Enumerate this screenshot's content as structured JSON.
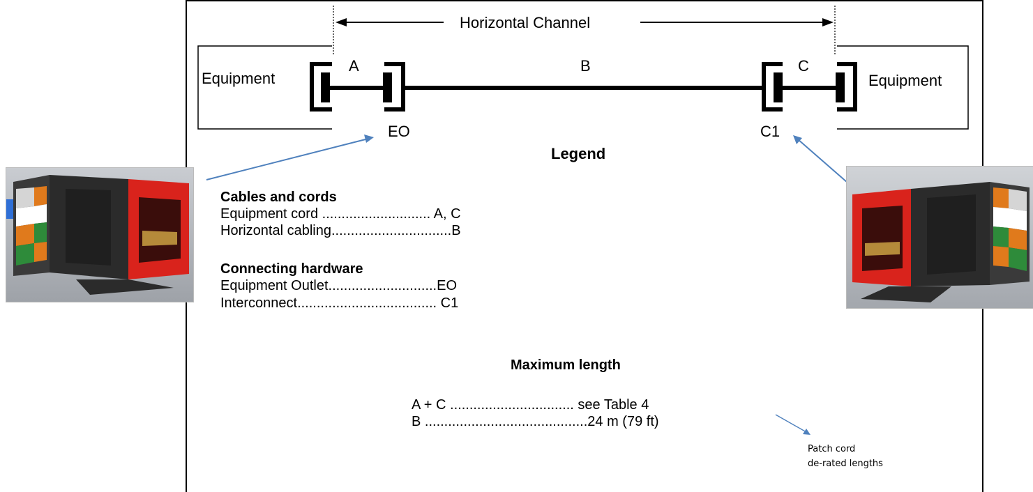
{
  "diagram": {
    "channel_label": "Horizontal Channel",
    "equipment_left": "Equipment",
    "equipment_right": "Equipment",
    "segment_a": "A",
    "segment_b": "B",
    "segment_c": "C",
    "outlet_label": "EO",
    "interconnect_label": "C1"
  },
  "legend": {
    "title": "Legend",
    "cables_heading": "Cables and cords",
    "equipment_cord": "Equipment cord ............................ A, C",
    "horizontal_cabling": "Horizontal cabling...............................B",
    "hardware_heading": "Connecting hardware",
    "equipment_outlet": "Equipment Outlet............................EO",
    "interconnect": "Interconnect.................................... C1"
  },
  "max_length": {
    "title": "Maximum length",
    "ac_row": "A + C  ................................ see Table 4",
    "b_row": "B  ..........................................24 m (79 ft)"
  },
  "annotation": {
    "line1": "Patch cord",
    "line2": "de-rated lengths"
  },
  "colors": {
    "arrow_blue": "#4f81bd",
    "jack_red": "#d9231c",
    "jack_body": "#2b2b2b"
  }
}
